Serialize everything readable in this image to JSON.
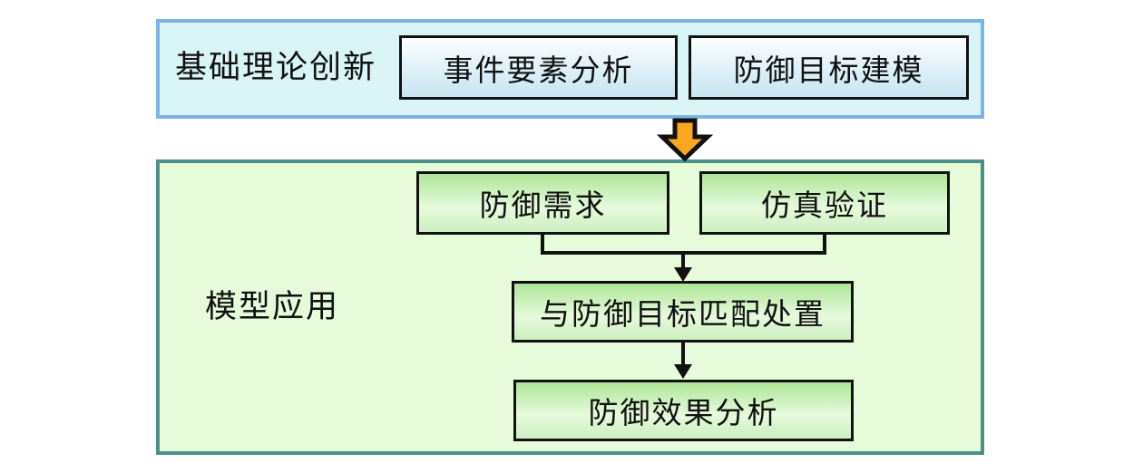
{
  "top_section": {
    "label": "基础理论创新",
    "boxes": [
      {
        "label": "事件要素分析"
      },
      {
        "label": "防御目标建模"
      }
    ]
  },
  "bottom_section": {
    "label": "模型应用",
    "boxes": [
      {
        "label": "防御需求"
      },
      {
        "label": "仿真验证"
      },
      {
        "label": "与防御目标匹配处置"
      },
      {
        "label": "防御效果分析"
      }
    ]
  },
  "icons": {
    "flow_arrow": "down-block-arrow",
    "connector_arrows": "down-arrowhead"
  },
  "colors": {
    "top_section_fill": "#d9f4f5",
    "top_section_border": "#7db4e8",
    "blue_box_gradient_top": "#feffff",
    "blue_box_gradient_bottom": "#c6e5f2",
    "bottom_section_fill": "#e5fbda",
    "bottom_section_border": "#4e918a",
    "green_box_gradient_top": "#ace696",
    "green_box_gradient_bottom": "#cdefbf",
    "flow_arrow_fill": "#fba81f",
    "line_color": "#111111"
  }
}
